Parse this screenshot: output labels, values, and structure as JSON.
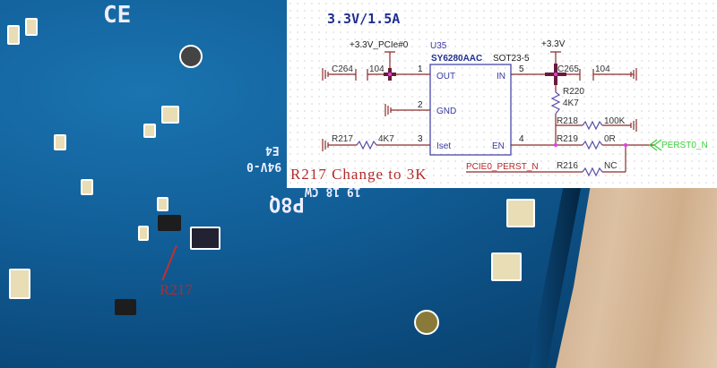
{
  "photo": {
    "callout_label": "R217",
    "silkscreen": [
      "P8Q",
      "19 18 CW",
      "94V-0",
      "E4",
      "CE"
    ]
  },
  "schematic": {
    "title": "3.3V/1.5A",
    "ic": {
      "ref": "U35",
      "part": "SY6280AAC",
      "package": "SOT23-5",
      "pins": [
        {
          "num": "1",
          "name": "OUT"
        },
        {
          "num": "2",
          "name": "GND"
        },
        {
          "num": "3",
          "name": "Iset"
        },
        {
          "num": "4",
          "name": "EN"
        },
        {
          "num": "5",
          "name": "IN"
        }
      ]
    },
    "nets": {
      "out_power": "+3.3V_PCIe#0",
      "in_power": "+3.3V",
      "perst": "PERST0_N",
      "pcie_perst": "PCIE0_PERST_N"
    },
    "components": {
      "c264": {
        "ref": "C264",
        "value": "104"
      },
      "c265": {
        "ref": "C265",
        "value": "104"
      },
      "r217": {
        "ref": "R217",
        "value": "4K7"
      },
      "r220": {
        "ref": "R220",
        "value": "4K7"
      },
      "r218": {
        "ref": "R218",
        "value": "100K"
      },
      "r219": {
        "ref": "R219",
        "value": "0R"
      },
      "r216": {
        "ref": "R216",
        "value": "NC"
      }
    },
    "note": "R217 Change to 3K"
  },
  "colors": {
    "wire": "#8b2c2c",
    "chip": "#3a3aa0",
    "title": "#1f2f8f",
    "net_green": "#3ecf3e",
    "note": "#b32a2a"
  }
}
